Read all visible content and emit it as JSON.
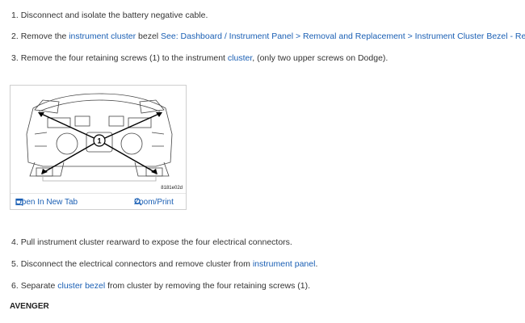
{
  "steps": [
    {
      "num": "1.",
      "parts": [
        {
          "t": "Disconnect and isolate the battery negative cable.",
          "link": false
        }
      ]
    },
    {
      "num": "2.",
      "parts": [
        {
          "t": "Remove the ",
          "link": false
        },
        {
          "t": "instrument cluster",
          "link": true
        },
        {
          "t": " bezel ",
          "link": false
        },
        {
          "t": "See: Dashboard / Instrument Panel > Removal and Replacement > Instrument Cluster Bezel - Removal",
          "link": true
        },
        {
          "t": ".",
          "link": false
        }
      ]
    },
    {
      "num": "3.",
      "parts": [
        {
          "t": "Remove the four retaining screws (1) to the instrument ",
          "link": false
        },
        {
          "t": "cluster",
          "link": true
        },
        {
          "t": ", (only two upper screws on Dodge).",
          "link": false
        }
      ]
    },
    {
      "num": "4.",
      "parts": [
        {
          "t": "Pull instrument cluster rearward to expose the four electrical connectors.",
          "link": false
        }
      ]
    },
    {
      "num": "5.",
      "parts": [
        {
          "t": "Disconnect the electrical connectors and remove cluster from ",
          "link": false
        },
        {
          "t": "instrument panel",
          "link": true
        },
        {
          "t": ".",
          "link": false
        }
      ]
    },
    {
      "num": "6.",
      "parts": [
        {
          "t": "Separate ",
          "link": false
        },
        {
          "t": "cluster bezel",
          "link": true
        },
        {
          "t": " from cluster by removing the four retaining screws (1).",
          "link": false
        }
      ]
    }
  ],
  "figure": {
    "callout": "1",
    "code": "8181e02d",
    "open_tab_label": "Open In New Tab",
    "zoom_label": "Zoom/Print",
    "open_tab_icon": "open-in-new-tab-icon",
    "zoom_icon": "magnifier-icon"
  },
  "section_heading": "AVENGER",
  "colors": {
    "link": "#1a5fb4",
    "text": "#333333"
  }
}
